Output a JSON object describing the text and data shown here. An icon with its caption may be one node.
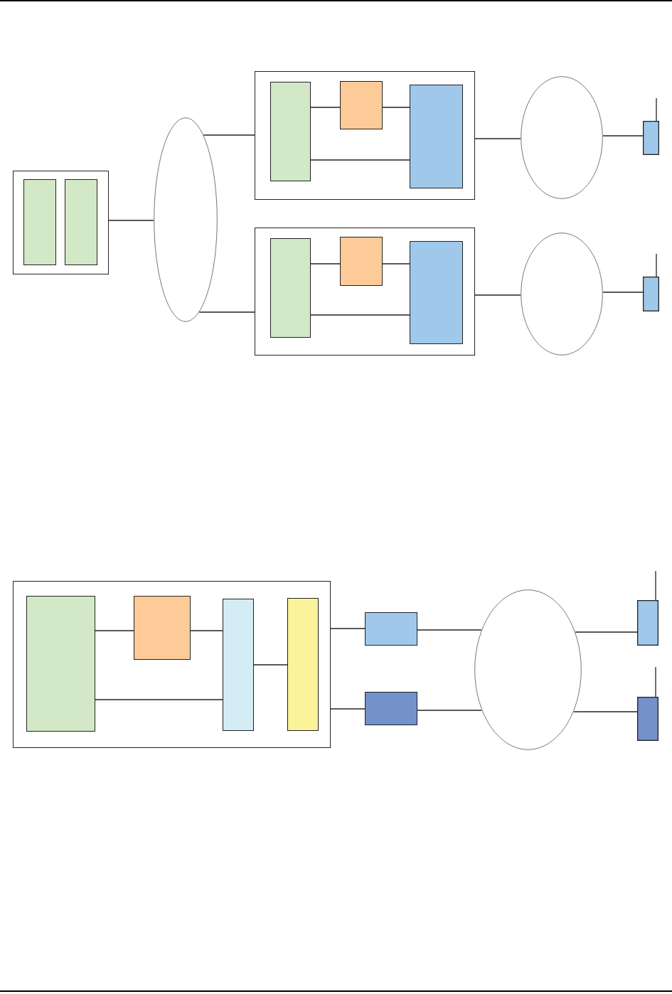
{
  "diagram": {
    "nodes": [
      {
        "text": [],
        "shape": "box"
      },
      {
        "text": [],
        "shape": "box",
        "in": 0
      },
      {
        "text": [],
        "shape": "box",
        "in": 0
      },
      {
        "text": [],
        "shape": "ellipse"
      },
      {
        "text": [],
        "shape": "box"
      },
      {
        "text": [],
        "shape": "box",
        "in": 4
      },
      {
        "text": [],
        "shape": "box",
        "in": 4
      },
      {
        "text": [],
        "shape": "box",
        "in": 4
      },
      {
        "text": [],
        "shape": "ellipse"
      },
      {
        "text": [],
        "shape": "box"
      },
      {
        "text": [],
        "shape": "box"
      },
      {
        "text": [],
        "shape": "box",
        "in": 10
      },
      {
        "text": [],
        "shape": "box",
        "in": 10
      },
      {
        "text": [],
        "shape": "box",
        "in": 10
      },
      {
        "text": [],
        "shape": "ellipse"
      },
      {
        "text": [],
        "shape": "box"
      },
      {
        "text": [],
        "shape": "box"
      },
      {
        "text": [],
        "shape": "box",
        "in": 16
      },
      {
        "text": [],
        "shape": "box",
        "in": 16
      },
      {
        "text": [],
        "shape": "box",
        "in": 16
      },
      {
        "text": [],
        "shape": "box",
        "in": 16
      },
      {
        "text": [],
        "shape": "box"
      },
      {
        "text": [],
        "shape": "box"
      },
      {
        "text": [],
        "shape": "ellipse"
      },
      {
        "text": [],
        "shape": "box"
      },
      {
        "text": [],
        "shape": "box"
      }
    ],
    "edges": [
      {
        "from": 0,
        "to": 3,
        "arrow": "none"
      },
      {
        "from": 3,
        "to": 4,
        "arrow": "none"
      },
      {
        "from": 3,
        "to": 10,
        "arrow": "none"
      },
      {
        "from": 5,
        "to": 6,
        "arrow": "none"
      },
      {
        "from": 6,
        "to": 7,
        "arrow": "none"
      },
      {
        "from": 5,
        "to": 7,
        "arrow": "none"
      },
      {
        "from": 4,
        "to": 8,
        "arrow": "none"
      },
      {
        "from": 8,
        "to": 9,
        "arrow": "none"
      },
      {
        "from": 11,
        "to": 12,
        "arrow": "none"
      },
      {
        "from": 12,
        "to": 13,
        "arrow": "none"
      },
      {
        "from": 11,
        "to": 13,
        "arrow": "none"
      },
      {
        "from": 10,
        "to": 14,
        "arrow": "none"
      },
      {
        "from": 14,
        "to": 15,
        "arrow": "none"
      },
      {
        "from": 17,
        "to": 18,
        "arrow": "none"
      },
      {
        "from": 18,
        "to": 19,
        "arrow": "none"
      },
      {
        "from": 17,
        "to": 19,
        "arrow": "none"
      },
      {
        "from": 19,
        "to": 20,
        "arrow": "none"
      },
      {
        "from": 16,
        "to": 21,
        "arrow": "none"
      },
      {
        "from": 16,
        "to": 22,
        "arrow": "none"
      },
      {
        "from": 21,
        "to": 23,
        "arrow": "none"
      },
      {
        "from": 22,
        "to": 23,
        "arrow": "none"
      },
      {
        "from": 23,
        "to": 24,
        "arrow": "none"
      },
      {
        "from": 23,
        "to": 25,
        "arrow": "none"
      }
    ]
  }
}
